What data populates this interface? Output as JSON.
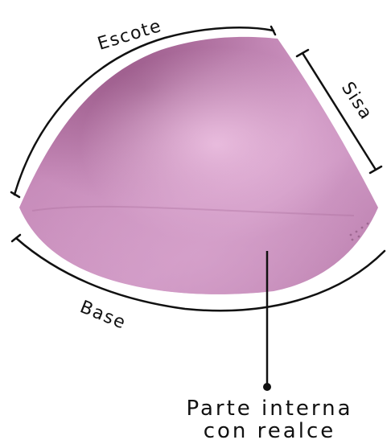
{
  "labels": {
    "neckline": "Escote",
    "armhole": "Sisa",
    "base": "Base"
  },
  "caption": {
    "line1": "Parte interna",
    "line2": "con realce"
  },
  "colors": {
    "cup_base": "#c98fbb",
    "cup_dark": "#8a4a78",
    "cup_light": "#e0b0d4",
    "line": "#111111"
  }
}
